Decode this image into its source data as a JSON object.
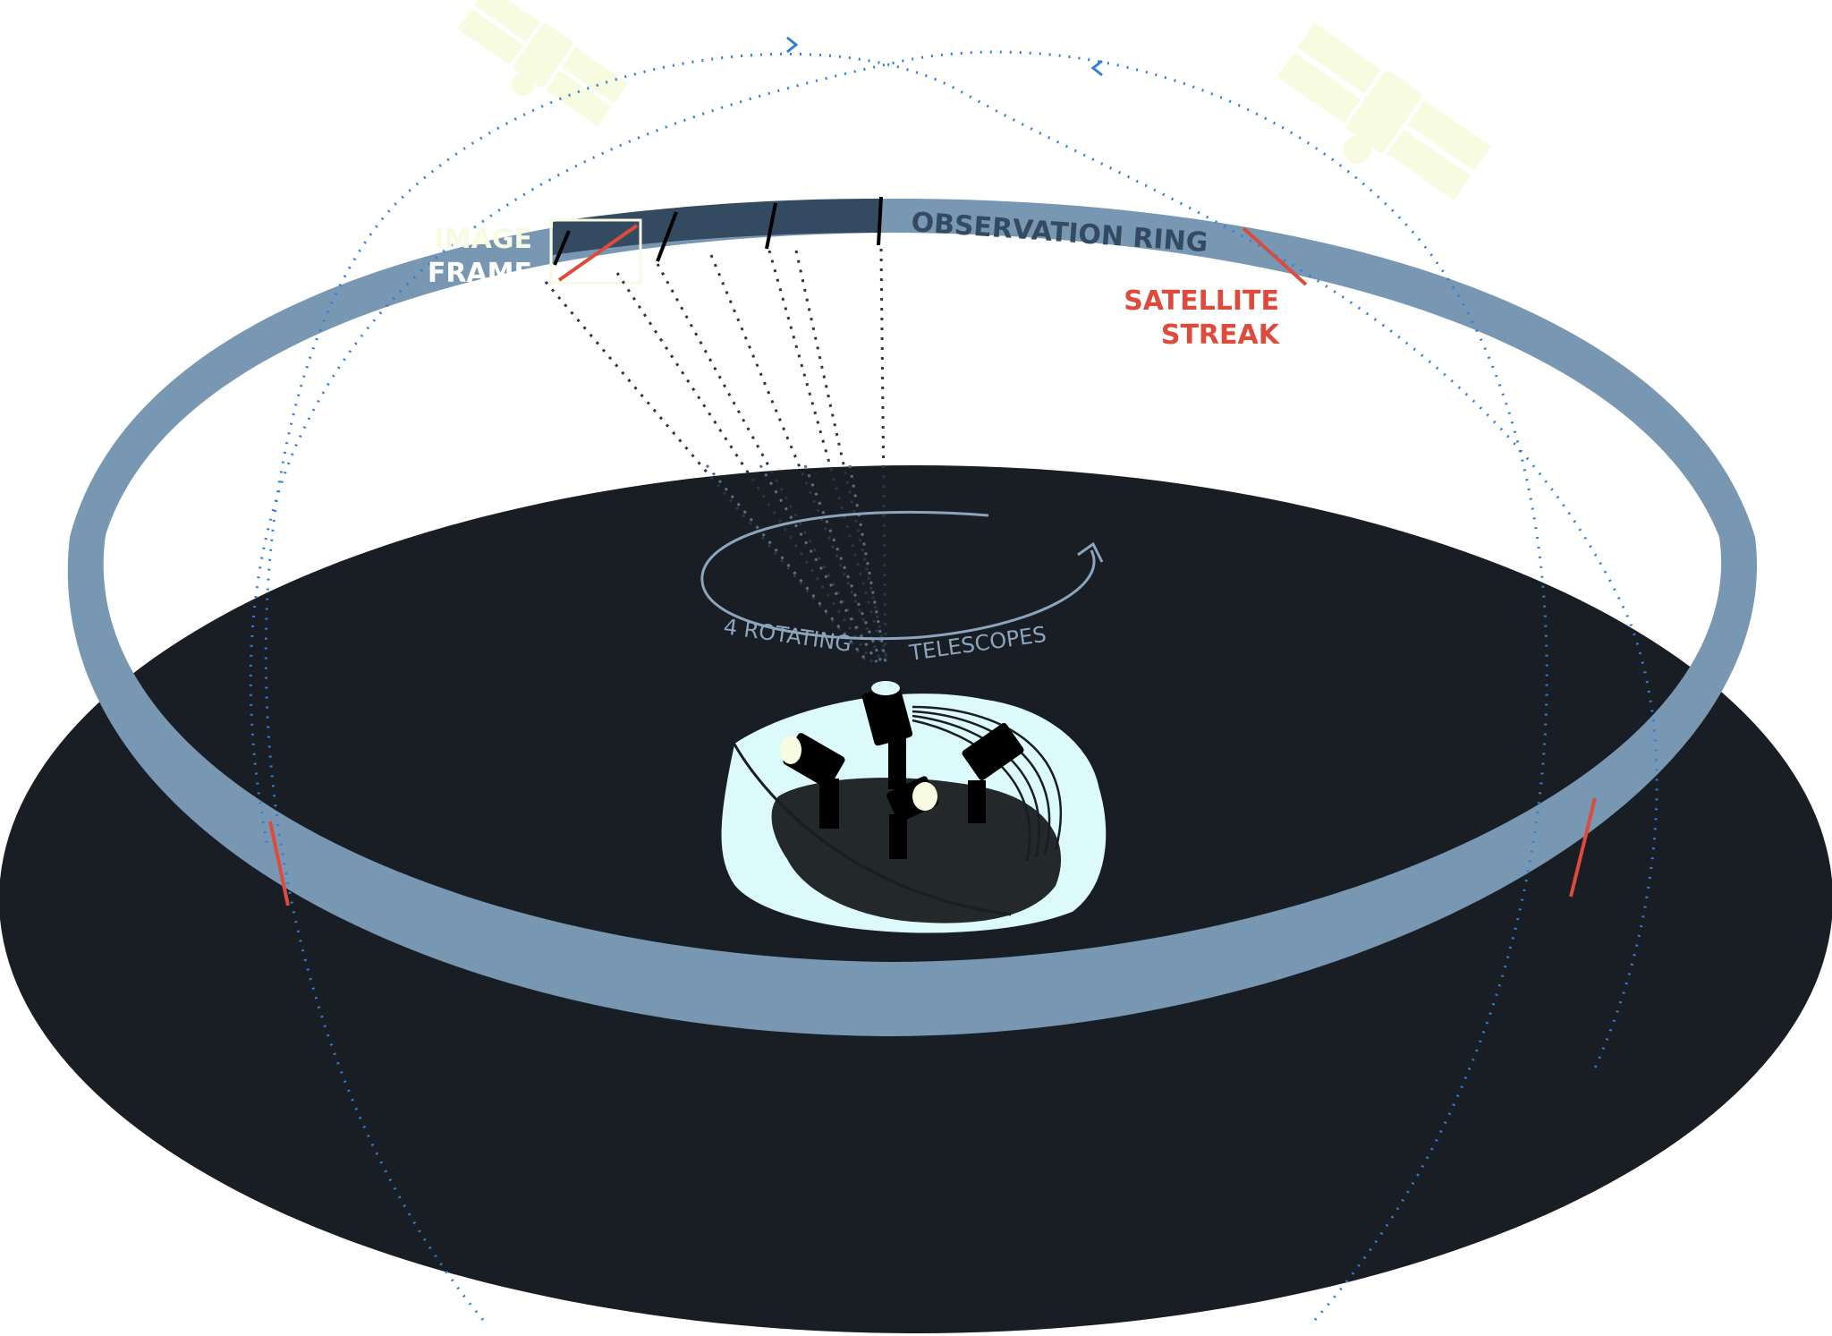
{
  "labels": {
    "image_frame_line1": "IMAGE",
    "image_frame_line2": "FRAME",
    "observation_ring": "OBSERVATION RING",
    "satellite_streak_line1": "SATELLITE",
    "satellite_streak_line2": "STREAK",
    "rotating_left": "4 ROTATING",
    "rotating_right": "TELESCOPES"
  },
  "colors": {
    "ground": "#191d24",
    "ring": "#7897b3",
    "ring_dark": "#344a61",
    "orbit": "#2f7fd6",
    "streak": "#de4b3d",
    "satellite": "#f7fbe0",
    "dome": "#dcfafb",
    "dome_inner": "#23282b",
    "rotation_arrow": "#8ca4bc"
  },
  "icons": [
    "satellite-icon",
    "telescope-icon",
    "rotation-arrow-icon"
  ]
}
